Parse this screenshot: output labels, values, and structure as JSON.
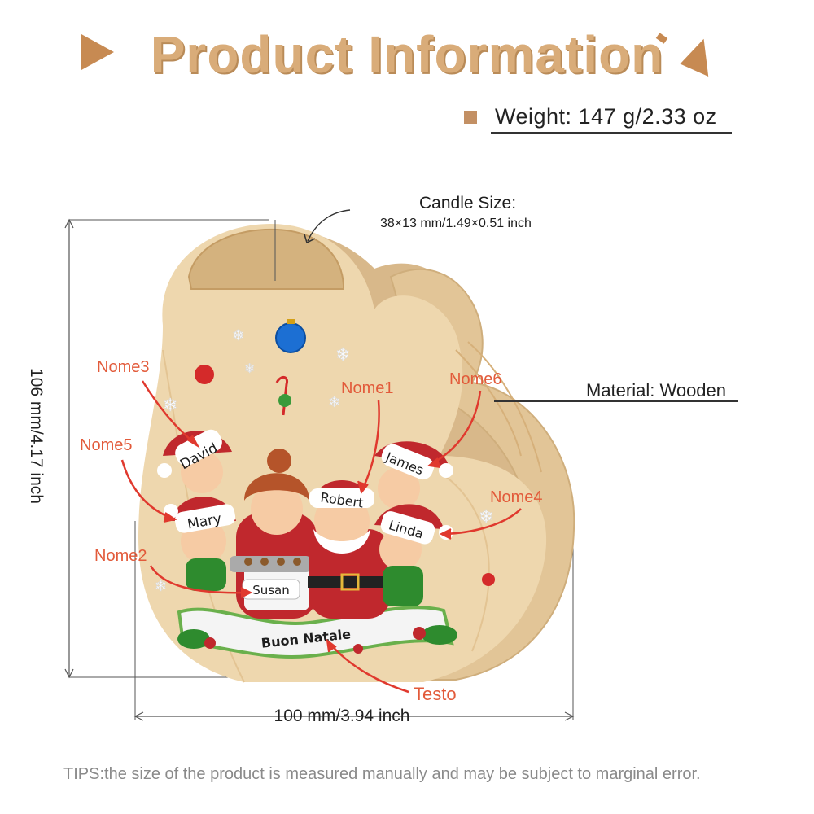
{
  "title": "Product Information",
  "weight": "Weight: 147 g/2.33 oz",
  "candle_title": "Candle Size:",
  "candle_size": "38×13 mm/1.49×0.51 inch",
  "material": "Material: Wooden",
  "height": "106 mm/4.17 inch",
  "width": "100 mm/3.94 inch",
  "tips": "TIPS:the size of the product is measured manually and may be subject to marginal error.",
  "labels": {
    "nome1": "Nome1",
    "nome2": "Nome2",
    "nome3": "Nome3",
    "nome4": "Nome4",
    "nome5": "Nome5",
    "nome6": "Nome6",
    "testo": "Testo"
  },
  "names": {
    "david": "David",
    "james": "James",
    "robert": "Robert",
    "mary": "Mary",
    "linda": "Linda",
    "susan": "Susan",
    "banner": "Buon Natale"
  },
  "colors": {
    "accent": "#c78a52",
    "title": "#d9ac79",
    "label": "#e25a3a",
    "wood": "#ecd3a8"
  }
}
